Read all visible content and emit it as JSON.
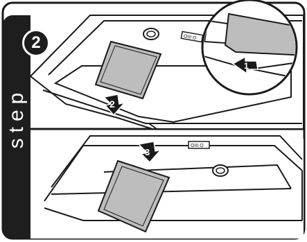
{
  "step": {
    "label": "step",
    "number": "2"
  },
  "panels": [
    {
      "name": "top-panel",
      "callouts": [
        {
          "number": "1"
        },
        {
          "number": "2"
        }
      ],
      "control_panel_text": "OIII O"
    },
    {
      "name": "bottom-panel",
      "callouts": [
        {
          "number": "3"
        }
      ],
      "control_panel_text": "OIII O"
    }
  ],
  "colors": {
    "sidebar": "#1e1e1e",
    "filter_fill": "#bdbdbd",
    "line": "#1a1a1a",
    "hood_fill": "#ffffff"
  }
}
